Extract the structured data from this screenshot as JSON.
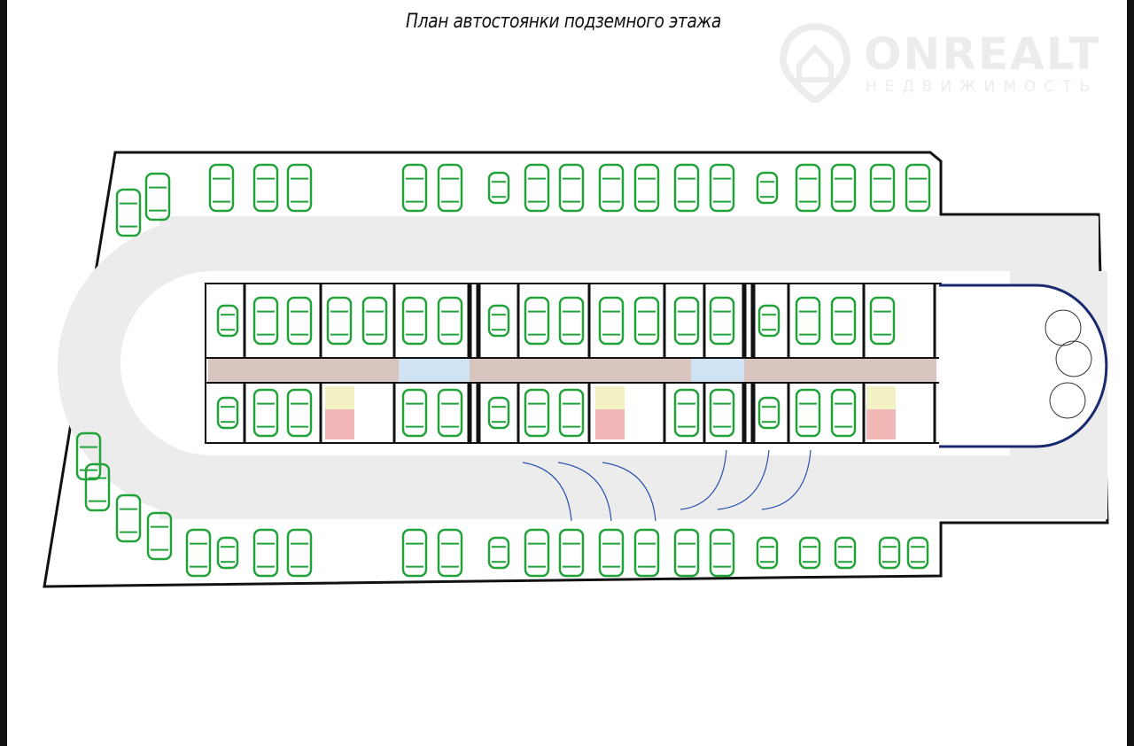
{
  "title": "План автостоянки подземного этажа",
  "watermark": {
    "brand": "ONREALT",
    "subtitle": "НЕДВИЖИМОСТЬ"
  },
  "colors": {
    "car": "#22a33a",
    "road": "#e6e6e6",
    "wall": "#111111",
    "corridor": "#d9c5bf",
    "room_blue": "#cfe3f2",
    "room_yellow": "#f2f2c4",
    "room_pink": "#f2b8b8",
    "arrow": "#2a4fb0"
  }
}
